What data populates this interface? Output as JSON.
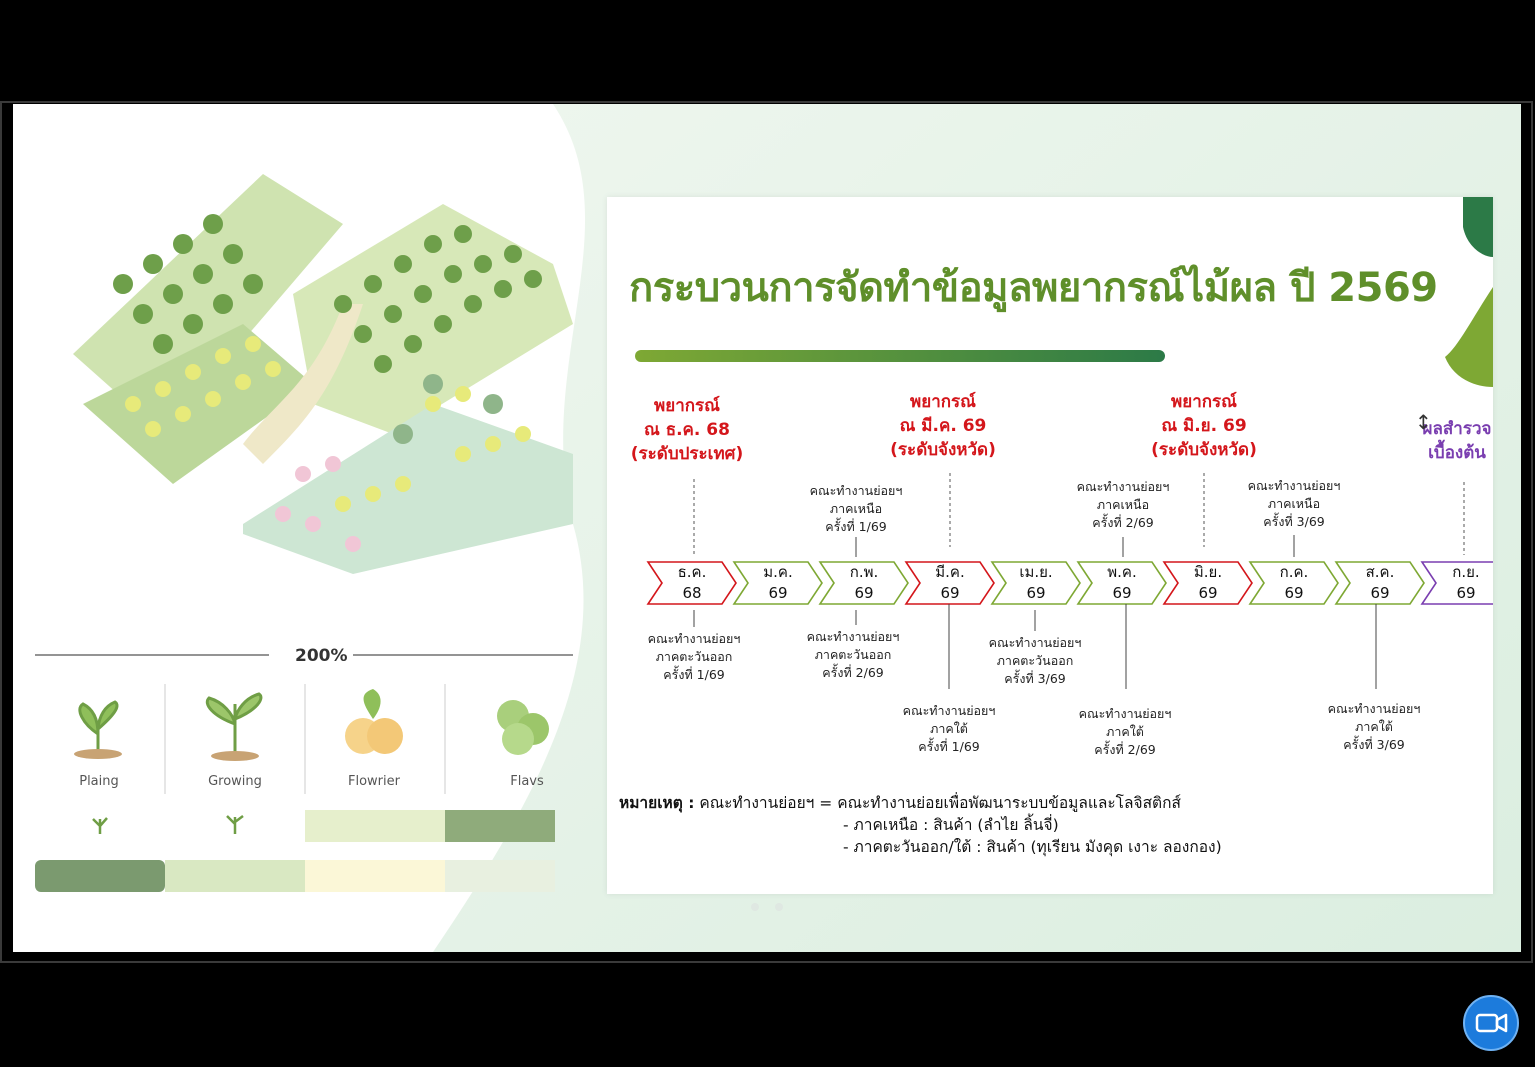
{
  "slide": {
    "title": "กระบวนการจัดทำข้อมูลพยากรณ์ไม้ผล ปี 2569",
    "forecasts": [
      {
        "lines": [
          "พยากรณ์",
          "ณ ธ.ค. 68",
          "(ระดับประเทศ)"
        ],
        "color": "#d4161b"
      },
      {
        "lines": [
          "พยากรณ์",
          "ณ มี.ค. 69",
          "(ระดับจังหวัด)"
        ],
        "color": "#d4161b"
      },
      {
        "lines": [
          "พยากรณ์",
          "ณ มิ.ย. 69",
          "(ระดับจังหวัด)"
        ],
        "color": "#d4161b"
      },
      {
        "lines": [
          "ผลสำรวจ",
          "เบื้องต้น"
        ],
        "color": "#7a3eb0"
      }
    ],
    "months": [
      {
        "name": "ธ.ค.",
        "year": "68",
        "color": "#d4161b"
      },
      {
        "name": "ม.ค.",
        "year": "69",
        "color": "#7ea834"
      },
      {
        "name": "ก.พ.",
        "year": "69",
        "color": "#7ea834"
      },
      {
        "name": "มี.ค.",
        "year": "69",
        "color": "#d4161b"
      },
      {
        "name": "เม.ย.",
        "year": "69",
        "color": "#7ea834"
      },
      {
        "name": "พ.ค.",
        "year": "69",
        "color": "#7ea834"
      },
      {
        "name": "มิ.ย.",
        "year": "69",
        "color": "#d4161b"
      },
      {
        "name": "ก.ค.",
        "year": "69",
        "color": "#7ea834"
      },
      {
        "name": "ส.ค.",
        "year": "69",
        "color": "#7ea834"
      },
      {
        "name": "ก.ย.",
        "year": "69",
        "color": "#7a3eb0"
      }
    ],
    "committees_above": [
      {
        "lines": [
          "คณะทำงานย่อยฯ",
          "ภาคเหนือ",
          "ครั้งที่ 1/69"
        ]
      },
      {
        "lines": [
          "คณะทำงานย่อยฯ",
          "ภาคเหนือ",
          "ครั้งที่ 2/69"
        ]
      },
      {
        "lines": [
          "คณะทำงานย่อยฯ",
          "ภาคเหนือ",
          "ครั้งที่ 3/69"
        ]
      }
    ],
    "committees_below": [
      {
        "lines": [
          "คณะทำงานย่อยฯ",
          "ภาคตะวันออก",
          "ครั้งที่ 1/69"
        ]
      },
      {
        "lines": [
          "คณะทำงานย่อยฯ",
          "ภาคตะวันออก",
          "ครั้งที่ 2/69"
        ]
      },
      {
        "lines": [
          "คณะทำงานย่อยฯ",
          "ภาคตะวันออก",
          "ครั้งที่ 3/69"
        ]
      },
      {
        "lines": [
          "คณะทำงานย่อยฯ",
          "ภาคใต้",
          "ครั้งที่ 1/69"
        ]
      },
      {
        "lines": [
          "คณะทำงานย่อยฯ",
          "ภาคใต้",
          "ครั้งที่ 2/69"
        ]
      },
      {
        "lines": [
          "คณะทำงานย่อยฯ",
          "ภาคใต้",
          "ครั้งที่ 3/69"
        ]
      }
    ],
    "note": {
      "label": "หมายเหตุ :",
      "line1": "คณะทำงานย่อยฯ = คณะทำงานย่อยเพื่อพัฒนาระบบข้อมูลและโลจิสติกส์",
      "line2": "- ภาคเหนือ : สินค้า (ลำไย ลิ้นจี่)",
      "line3": "- ภาคตะวันออก/ใต้ : สินค้า (ทุเรียน มังคุด เงาะ ลองกอง)"
    }
  },
  "background": {
    "percent_label": "200%",
    "stages": [
      "Plaing",
      "Growing",
      "Flowrier",
      "Flavs"
    ]
  },
  "colors": {
    "accent_green": "#5f8f2a",
    "forecast_red": "#d4161b",
    "survey_purple": "#7a3eb0",
    "camera_blue": "#1c7bdc"
  }
}
